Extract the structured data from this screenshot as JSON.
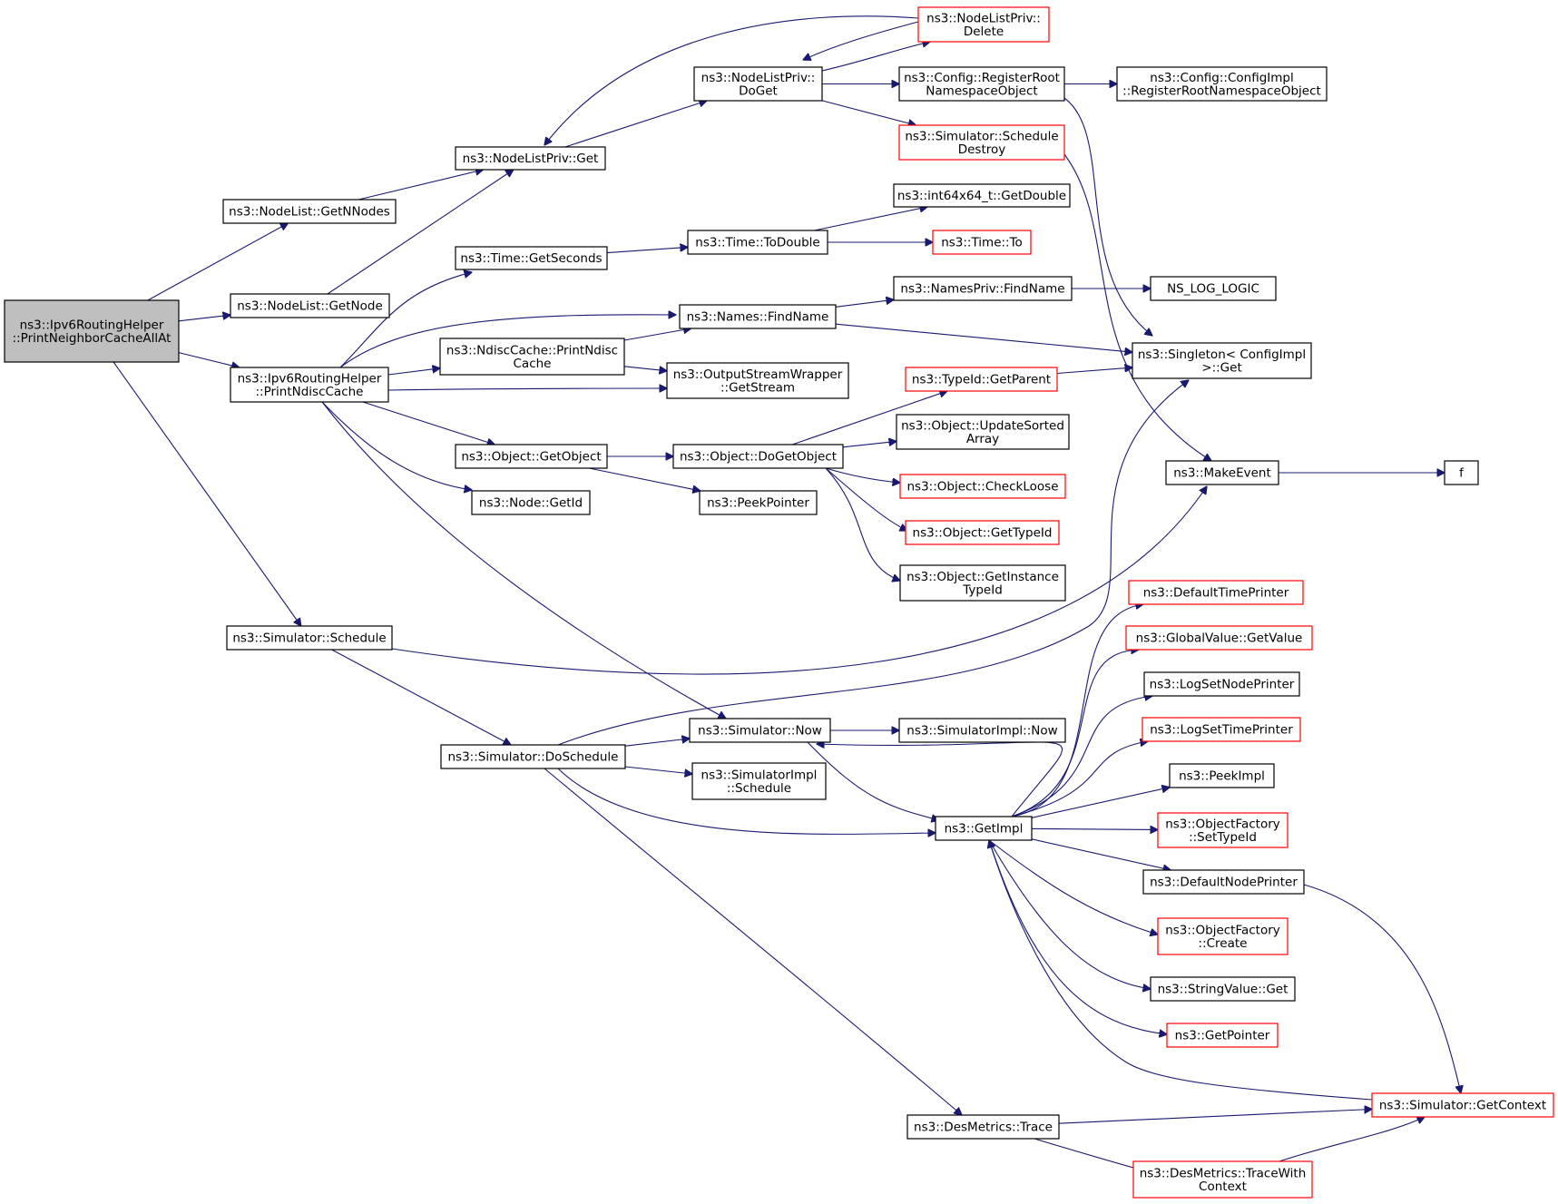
{
  "colors": {
    "edge": "#191970",
    "border_normal": "#000000",
    "border_truncated": "#ff0000",
    "root_fill": "#bfbfbf",
    "node_fill": "#ffffff"
  },
  "nodes": [
    {
      "id": "root",
      "lines": [
        "ns3::Ipv6RoutingHelper",
        "::PrintNeighborCacheAllAt"
      ],
      "root": true
    },
    {
      "id": "nl_getnnodes",
      "lines": [
        "ns3::NodeList::GetNNodes"
      ]
    },
    {
      "id": "nl_getnode",
      "lines": [
        "ns3::NodeList::GetNode"
      ]
    },
    {
      "id": "printndisc",
      "lines": [
        "ns3::Ipv6RoutingHelper",
        "::PrintNdiscCache"
      ]
    },
    {
      "id": "sim_schedule",
      "lines": [
        "ns3::Simulator::Schedule"
      ]
    },
    {
      "id": "nlp_get",
      "lines": [
        "ns3::NodeListPriv::Get"
      ]
    },
    {
      "id": "nlp_doget",
      "lines": [
        "ns3::NodeListPriv::",
        "DoGet"
      ]
    },
    {
      "id": "nlp_delete",
      "lines": [
        "ns3::NodeListPriv::",
        "Delete"
      ],
      "truncated": true
    },
    {
      "id": "cfg_register",
      "lines": [
        "ns3::Config::RegisterRoot",
        "NamespaceObject"
      ]
    },
    {
      "id": "cfgimpl_register",
      "lines": [
        "ns3::Config::ConfigImpl",
        "::RegisterRootNamespaceObject"
      ]
    },
    {
      "id": "sim_schedule_destroy",
      "lines": [
        "ns3::Simulator::Schedule",
        "Destroy"
      ],
      "truncated": true
    },
    {
      "id": "time_getseconds",
      "lines": [
        "ns3::Time::GetSeconds"
      ]
    },
    {
      "id": "time_todouble",
      "lines": [
        "ns3::Time::ToDouble"
      ]
    },
    {
      "id": "int64_getdouble",
      "lines": [
        "ns3::int64x64_t::GetDouble"
      ]
    },
    {
      "id": "time_to",
      "lines": [
        "ns3::Time::To"
      ],
      "truncated": true
    },
    {
      "id": "names_findname",
      "lines": [
        "ns3::Names::FindName"
      ]
    },
    {
      "id": "namespriv_findname",
      "lines": [
        "ns3::NamesPriv::FindName"
      ]
    },
    {
      "id": "ns_log_logic",
      "lines": [
        "NS_LOG_LOGIC"
      ]
    },
    {
      "id": "ndisc_print",
      "lines": [
        "ns3::NdiscCache::PrintNdisc",
        "Cache"
      ]
    },
    {
      "id": "osw_getstream",
      "lines": [
        "ns3::OutputStreamWrapper",
        "::GetStream"
      ]
    },
    {
      "id": "singleton_get",
      "lines": [
        "ns3::Singleton< ConfigImpl",
        " >::Get"
      ]
    },
    {
      "id": "typeid_getparent",
      "lines": [
        "ns3::TypeId::GetParent"
      ],
      "truncated": true
    },
    {
      "id": "obj_getobject",
      "lines": [
        "ns3::Object::GetObject"
      ]
    },
    {
      "id": "obj_dogetobject",
      "lines": [
        "ns3::Object::DoGetObject"
      ]
    },
    {
      "id": "obj_updatesorted",
      "lines": [
        "ns3::Object::UpdateSorted",
        "Array"
      ]
    },
    {
      "id": "makeevent",
      "lines": [
        "ns3::MakeEvent"
      ]
    },
    {
      "id": "f",
      "lines": [
        "f"
      ]
    },
    {
      "id": "obj_checkloose",
      "lines": [
        "ns3::Object::CheckLoose"
      ],
      "truncated": true
    },
    {
      "id": "node_getid",
      "lines": [
        "ns3::Node::GetId"
      ]
    },
    {
      "id": "peekpointer",
      "lines": [
        "ns3::PeekPointer"
      ]
    },
    {
      "id": "obj_gettypeid",
      "lines": [
        "ns3::Object::GetTypeId"
      ],
      "truncated": true
    },
    {
      "id": "obj_getinstancetypeid",
      "lines": [
        "ns3::Object::GetInstance",
        "TypeId"
      ]
    },
    {
      "id": "defaulttimeprinter",
      "lines": [
        "ns3::DefaultTimePrinter"
      ],
      "truncated": true
    },
    {
      "id": "globalvalue_getvalue",
      "lines": [
        "ns3::GlobalValue::GetValue"
      ],
      "truncated": true
    },
    {
      "id": "logsetnodeprinter",
      "lines": [
        "ns3::LogSetNodePrinter"
      ]
    },
    {
      "id": "logsettimeprinter",
      "lines": [
        "ns3::LogSetTimePrinter"
      ],
      "truncated": true
    },
    {
      "id": "peekimpl",
      "lines": [
        "ns3::PeekImpl"
      ]
    },
    {
      "id": "objfactory_settypeid",
      "lines": [
        "ns3::ObjectFactory",
        "::SetTypeId"
      ],
      "truncated": true
    },
    {
      "id": "defaultnodeprinter",
      "lines": [
        "ns3::DefaultNodePrinter"
      ]
    },
    {
      "id": "objfactory_create",
      "lines": [
        "ns3::ObjectFactory",
        "::Create"
      ],
      "truncated": true
    },
    {
      "id": "stringvalue_get",
      "lines": [
        "ns3::StringValue::Get"
      ]
    },
    {
      "id": "getpointer",
      "lines": [
        "ns3::GetPointer"
      ],
      "truncated": true
    },
    {
      "id": "sim_now",
      "lines": [
        "ns3::Simulator::Now"
      ]
    },
    {
      "id": "simimpl_now",
      "lines": [
        "ns3::SimulatorImpl::Now"
      ]
    },
    {
      "id": "sim_doschedule",
      "lines": [
        "ns3::Simulator::DoSchedule"
      ]
    },
    {
      "id": "simimpl_schedule",
      "lines": [
        "ns3::SimulatorImpl",
        "::Schedule"
      ]
    },
    {
      "id": "getimpl",
      "lines": [
        "ns3::GetImpl"
      ]
    },
    {
      "id": "desmetrics_trace",
      "lines": [
        "ns3::DesMetrics::Trace"
      ]
    },
    {
      "id": "desmetrics_tracewithcontext",
      "lines": [
        "ns3::DesMetrics::TraceWith",
        "Context"
      ],
      "truncated": true
    },
    {
      "id": "sim_getcontext",
      "lines": [
        "ns3::Simulator::GetContext"
      ],
      "truncated": true
    }
  ],
  "edges": [
    [
      "root",
      "nl_getnnodes"
    ],
    [
      "root",
      "nl_getnode"
    ],
    [
      "root",
      "printndisc"
    ],
    [
      "root",
      "sim_schedule"
    ],
    [
      "nl_getnnodes",
      "nlp_get"
    ],
    [
      "nl_getnode",
      "nlp_get"
    ],
    [
      "nlp_get",
      "nlp_doget"
    ],
    [
      "nlp_doget",
      "nlp_delete"
    ],
    [
      "nlp_delete",
      "nlp_doget"
    ],
    [
      "nlp_delete",
      "nlp_get"
    ],
    [
      "nlp_doget",
      "cfg_register"
    ],
    [
      "nlp_doget",
      "sim_schedule_destroy"
    ],
    [
      "cfg_register",
      "cfgimpl_register"
    ],
    [
      "cfg_register",
      "singleton_get"
    ],
    [
      "sim_schedule_destroy",
      "makeevent"
    ],
    [
      "printndisc",
      "time_getseconds"
    ],
    [
      "printndisc",
      "names_findname"
    ],
    [
      "printndisc",
      "ndisc_print"
    ],
    [
      "printndisc",
      "osw_getstream"
    ],
    [
      "printndisc",
      "obj_getobject"
    ],
    [
      "printndisc",
      "node_getid"
    ],
    [
      "printndisc",
      "sim_now"
    ],
    [
      "time_getseconds",
      "time_todouble"
    ],
    [
      "time_todouble",
      "int64_getdouble"
    ],
    [
      "time_todouble",
      "time_to"
    ],
    [
      "names_findname",
      "namespriv_findname"
    ],
    [
      "names_findname",
      "singleton_get"
    ],
    [
      "namespriv_findname",
      "ns_log_logic"
    ],
    [
      "ndisc_print",
      "names_findname"
    ],
    [
      "ndisc_print",
      "osw_getstream"
    ],
    [
      "obj_getobject",
      "obj_dogetobject"
    ],
    [
      "obj_getobject",
      "peekpointer"
    ],
    [
      "obj_dogetobject",
      "typeid_getparent"
    ],
    [
      "obj_dogetobject",
      "obj_updatesorted"
    ],
    [
      "obj_dogetobject",
      "obj_checkloose"
    ],
    [
      "obj_dogetobject",
      "obj_gettypeid"
    ],
    [
      "obj_dogetobject",
      "obj_getinstancetypeid"
    ],
    [
      "typeid_getparent",
      "singleton_get"
    ],
    [
      "makeevent",
      "f"
    ],
    [
      "sim_schedule",
      "makeevent"
    ],
    [
      "sim_schedule",
      "sim_doschedule"
    ],
    [
      "sim_doschedule",
      "singleton_get"
    ],
    [
      "sim_doschedule",
      "sim_now"
    ],
    [
      "sim_doschedule",
      "simimpl_schedule"
    ],
    [
      "sim_doschedule",
      "getimpl"
    ],
    [
      "sim_doschedule",
      "desmetrics_trace"
    ],
    [
      "sim_now",
      "simimpl_now"
    ],
    [
      "sim_now",
      "getimpl"
    ],
    [
      "getimpl",
      "defaulttimeprinter"
    ],
    [
      "getimpl",
      "globalvalue_getvalue"
    ],
    [
      "getimpl",
      "logsetnodeprinter"
    ],
    [
      "getimpl",
      "logsettimeprinter"
    ],
    [
      "getimpl",
      "peekimpl"
    ],
    [
      "getimpl",
      "objfactory_settypeid"
    ],
    [
      "getimpl",
      "defaultnodeprinter"
    ],
    [
      "getimpl",
      "objfactory_create"
    ],
    [
      "getimpl",
      "stringvalue_get"
    ],
    [
      "getimpl",
      "getpointer"
    ],
    [
      "getimpl",
      "sim_now"
    ],
    [
      "defaultnodeprinter",
      "sim_getcontext"
    ],
    [
      "sim_getcontext",
      "getimpl"
    ],
    [
      "desmetrics_trace",
      "sim_getcontext"
    ],
    [
      "desmetrics_trace",
      "desmetrics_tracewithcontext"
    ],
    [
      "desmetrics_tracewithcontext",
      "sim_getcontext"
    ]
  ]
}
